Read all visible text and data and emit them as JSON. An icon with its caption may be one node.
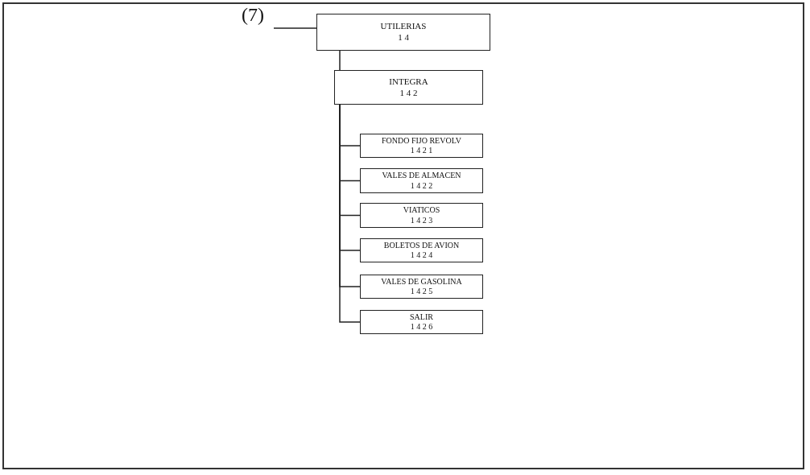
{
  "diagram": {
    "nodes": [
      {
        "text": [
          "(7)"
        ]
      },
      {
        "text": [
          "UTILERIAS",
          "1 4"
        ]
      },
      {
        "text": [
          "INTEGRA",
          "1 4 2"
        ]
      },
      {
        "text": [
          "FONDO FIJO REVOLV",
          "1 4 2 1"
        ]
      },
      {
        "text": [
          "VALES DE ALMACEN",
          "1 4 2 2"
        ]
      },
      {
        "text": [
          "VIATICOS",
          "1 4 2 3"
        ]
      },
      {
        "text": [
          "BOLETOS DE AVION",
          "1 4 2 4"
        ]
      },
      {
        "text": [
          "VALES DE GASOLINA",
          "1 4 2 5"
        ]
      },
      {
        "text": [
          "SALIR",
          "1 4 2 6"
        ]
      }
    ],
    "edges": [
      {
        "from": 0,
        "to": 1,
        "arrow": "none"
      },
      {
        "from": 1,
        "to": 2,
        "arrow": "none"
      },
      {
        "from": 2,
        "to": 3,
        "arrow": "none"
      },
      {
        "from": 2,
        "to": 4,
        "arrow": "none"
      },
      {
        "from": 2,
        "to": 5,
        "arrow": "none"
      },
      {
        "from": 2,
        "to": 6,
        "arrow": "none"
      },
      {
        "from": 2,
        "to": 7,
        "arrow": "none"
      },
      {
        "from": 2,
        "to": 8,
        "arrow": "none"
      }
    ]
  }
}
